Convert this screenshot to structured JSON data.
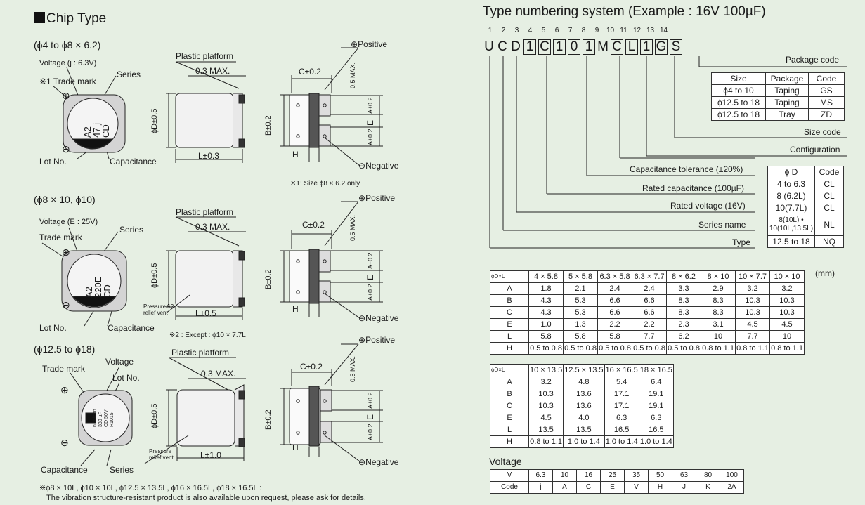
{
  "left": {
    "title": "Chip Type",
    "sections": [
      {
        "range": "(ϕ4 to ϕ8 × 6.2)",
        "voltage_label": "Voltage (j : 6.3V)",
        "trade_mark": "※1 Trade mark",
        "series": "Series",
        "lot_no": "Lot No.",
        "capacitance": "Capacitance",
        "cap_marking": [
          "A2",
          "47 j",
          "CD"
        ],
        "plastic_platform": "Plastic platform",
        "dim_03": "0.3 MAX.",
        "dim_d": "ϕD±0.5",
        "dim_l": "L±0.3",
        "dim_c": "C±0.2",
        "dim_b": "B±0.2",
        "dim_h": "H",
        "dim_05": "0.5 MAX.",
        "dim_a1": "A±0.2",
        "dim_e": "E",
        "dim_a2": "A±0.2",
        "positive": "Positive",
        "negative": "Negative",
        "note": "※1: Size ϕ8 × 6.2 only"
      },
      {
        "range": "(ϕ8 × 10, ϕ10)",
        "voltage_label": "Voltage (E : 25V)",
        "trade_mark": "Trade mark",
        "series": "Series",
        "lot_no": "Lot No.",
        "capacitance": "Capacitance",
        "cap_marking": [
          "A2",
          "220E",
          "CD"
        ],
        "plastic_platform": "Plastic platform",
        "dim_03": "0.3 MAX.",
        "dim_d": "ϕD±0.5",
        "dim_l": "L±0.5",
        "pressure": "Pressure※2\nrelief vent",
        "dim_c": "C±0.2",
        "dim_b": "B±0.2",
        "dim_h": "H",
        "dim_05": "0.5 MAX.",
        "dim_a1": "A±0.2",
        "dim_e": "E",
        "dim_a2": "A±0.2",
        "positive": "Positive",
        "negative": "Negative",
        "note": "※2 : Except : ϕ10 × 7.7L"
      },
      {
        "range": "(ϕ12.5 to ϕ18)",
        "voltage_label": "Voltage",
        "trade_mark": "Trade mark",
        "lot_no": "Lot No.",
        "series": "Series",
        "capacitance": "Capacitance",
        "cap_marking": [
          "nichicon",
          "330 µF",
          "CD 50V",
          "H1015"
        ],
        "plastic_platform": "Plastic platform",
        "dim_03": "0.3 MAX.",
        "dim_d": "ϕD±0.5",
        "dim_l": "L±1.0",
        "pressure": "Pressure\nrelief vent",
        "dim_c": "C±0.2",
        "dim_b": "B±0.2",
        "dim_h": "H",
        "dim_05": "0.5 MAX.",
        "dim_a1": "A±0.2",
        "dim_e": "E",
        "dim_a2": "A±0.2",
        "positive": "Positive",
        "negative": "Negative"
      }
    ],
    "footnote1": "※ϕ8 × 10L, ϕ10 × 10L, ϕ12.5 × 13.5L, ϕ16 × 16.5L, ϕ18 × 16.5L :",
    "footnote2": "The vibration structure-resistant product is also available upon request, please ask for details."
  },
  "right": {
    "title": "Type numbering system  (Example : 16V 100µF)",
    "positions": [
      "1",
      "2",
      "3",
      "4",
      "5",
      "6",
      "7",
      "8",
      "9",
      "10",
      "11",
      "12",
      "13",
      "14"
    ],
    "code_chars": [
      "U",
      "C",
      "D",
      "1",
      "C",
      "1",
      "0",
      "1",
      "M",
      "C",
      "L",
      "1",
      "G",
      "S"
    ],
    "labels": {
      "package_code": "Package code",
      "size_code": "Size code",
      "configuration": "Configuration",
      "cap_tolerance": "Capacitance tolerance (±20%)",
      "rated_cap": "Rated capacitance (100µF)",
      "rated_voltage": "Rated voltage (16V)",
      "series_name": "Series name",
      "type": "Type"
    },
    "package_table": {
      "headers": [
        "Size",
        "Package",
        "Code"
      ],
      "rows": [
        [
          "ϕ4 to 10",
          "Taping",
          "GS"
        ],
        [
          "ϕ12.5 to 18",
          "Taping",
          "MS"
        ],
        [
          "ϕ12.5 to 18",
          "Tray",
          "ZD"
        ]
      ]
    },
    "config_table": {
      "headers": [
        "ϕ D",
        "Code"
      ],
      "rows": [
        [
          "4 to 6.3",
          "CL"
        ],
        [
          "8 (6.2L)",
          "CL"
        ],
        [
          "10(7.7L)",
          "CL"
        ],
        [
          "8(10L) •\n10(10L,13.5L)",
          "NL"
        ],
        [
          "12.5 to 18",
          "NQ"
        ]
      ]
    },
    "mm": "(mm)",
    "dim_table1": {
      "corner": "ϕD×L",
      "headers": [
        "4 × 5.8",
        "5 × 5.8",
        "6.3 × 5.8",
        "6.3 × 7.7",
        "8 × 6.2",
        "8 × 10",
        "10 × 7.7",
        "10 × 10"
      ],
      "rows": [
        [
          "A",
          "1.8",
          "2.1",
          "2.4",
          "2.4",
          "3.3",
          "2.9",
          "3.2",
          "3.2"
        ],
        [
          "B",
          "4.3",
          "5.3",
          "6.6",
          "6.6",
          "8.3",
          "8.3",
          "10.3",
          "10.3"
        ],
        [
          "C",
          "4.3",
          "5.3",
          "6.6",
          "6.6",
          "8.3",
          "8.3",
          "10.3",
          "10.3"
        ],
        [
          "E",
          "1.0",
          "1.3",
          "2.2",
          "2.2",
          "2.3",
          "3.1",
          "4.5",
          "4.5"
        ],
        [
          "L",
          "5.8",
          "5.8",
          "5.8",
          "7.7",
          "6.2",
          "10",
          "7.7",
          "10"
        ],
        [
          "H",
          "0.5 to 0.8",
          "0.5 to 0.8",
          "0.5 to 0.8",
          "0.5 to 0.8",
          "0.5 to 0.8",
          "0.8 to 1.1",
          "0.8 to 1.1",
          "0.8 to 1.1"
        ]
      ]
    },
    "dim_table2": {
      "corner": "ϕD×L",
      "headers": [
        "10 × 13.5",
        "12.5 × 13.5",
        "16 × 16.5",
        "18 × 16.5"
      ],
      "rows": [
        [
          "A",
          "3.2",
          "4.8",
          "5.4",
          "6.4"
        ],
        [
          "B",
          "10.3",
          "13.6",
          "17.1",
          "19.1"
        ],
        [
          "C",
          "10.3",
          "13.6",
          "17.1",
          "19.1"
        ],
        [
          "E",
          "4.5",
          "4.0",
          "6.3",
          "6.3"
        ],
        [
          "L",
          "13.5",
          "13.5",
          "16.5",
          "16.5"
        ],
        [
          "H",
          "0.8 to 1.1",
          "1.0 to 1.4",
          "1.0 to 1.4",
          "1.0 to 1.4"
        ]
      ]
    },
    "voltage_title": "Voltage",
    "voltage_table": {
      "row1": [
        "V",
        "6.3",
        "10",
        "16",
        "25",
        "35",
        "50",
        "63",
        "80",
        "100"
      ],
      "row2": [
        "Code",
        "j",
        "A",
        "C",
        "E",
        "V",
        "H",
        "J",
        "K",
        "2A"
      ]
    }
  }
}
